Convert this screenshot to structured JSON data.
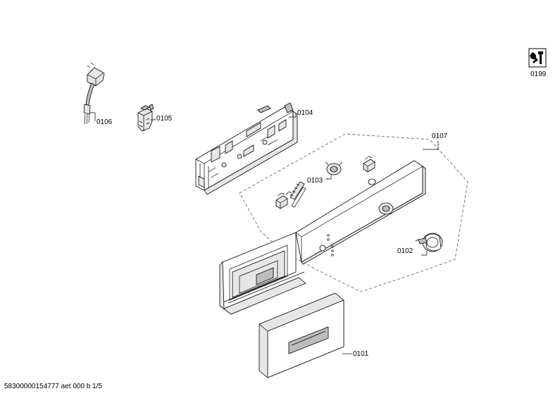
{
  "diagram": {
    "service_code": "0199",
    "parts": [
      {
        "id": "p0101",
        "label": "0101"
      },
      {
        "id": "p0102",
        "label": "0102"
      },
      {
        "id": "p0103",
        "label": "0103"
      },
      {
        "id": "p0104",
        "label": "0104"
      },
      {
        "id": "p0105",
        "label": "0105"
      },
      {
        "id": "p0106",
        "label": "0106"
      },
      {
        "id": "p0107",
        "label": "0107"
      }
    ]
  },
  "footer": {
    "document_code": "58300000154777 aet 000 b 1/5"
  }
}
